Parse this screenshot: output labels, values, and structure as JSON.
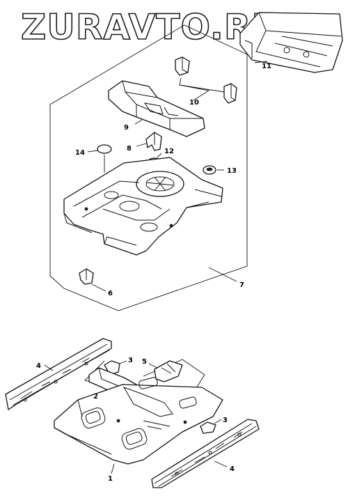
{
  "watermark": {
    "text": "ZURAVTO.RU"
  },
  "callouts": [
    {
      "id": "c1",
      "text": "1"
    },
    {
      "id": "c2",
      "text": "2"
    },
    {
      "id": "c3a",
      "text": "3"
    },
    {
      "id": "c3b",
      "text": "3"
    },
    {
      "id": "c4a",
      "text": "4"
    },
    {
      "id": "c4b",
      "text": "4"
    },
    {
      "id": "c5",
      "text": "5"
    },
    {
      "id": "c6",
      "text": "6"
    },
    {
      "id": "c7",
      "text": "7"
    },
    {
      "id": "c8",
      "text": "8"
    },
    {
      "id": "c9",
      "text": "9"
    },
    {
      "id": "c10",
      "text": "10"
    },
    {
      "id": "c11",
      "text": "11"
    },
    {
      "id": "c12",
      "text": "12"
    },
    {
      "id": "c13",
      "text": "13"
    },
    {
      "id": "c14",
      "text": "14"
    }
  ]
}
